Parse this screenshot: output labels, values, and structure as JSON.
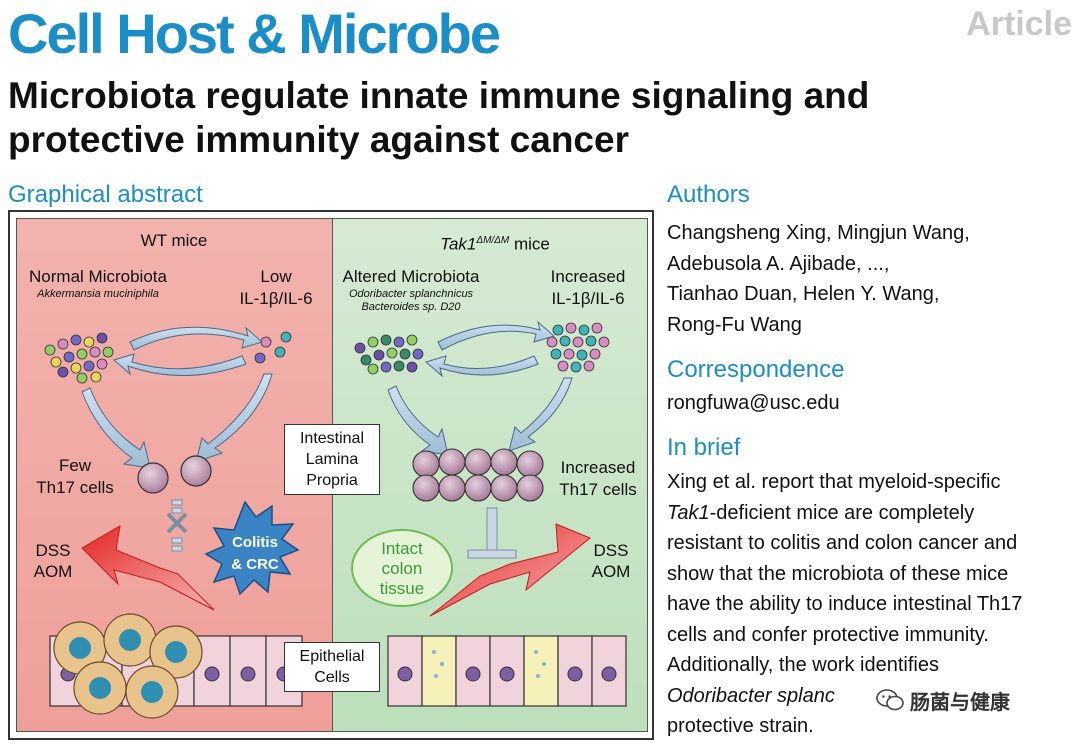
{
  "journal": "Cell Host & Microbe",
  "article_type": "Article",
  "title_line1": "Microbiota regulate innate immune signaling and",
  "title_line2": "protective immunity against cancer",
  "graphical_abstract": {
    "heading": "Graphical abstract",
    "left": {
      "title": "WT mice",
      "microbiota": "Normal Microbiota",
      "species": "Akkermansia muciniphila",
      "cytokine_level": "Low",
      "cytokines": "IL-1β/IL-6",
      "th17_1": "Few",
      "th17_2": "Th17 cells",
      "dss": "DSS",
      "aom": "AOM",
      "outcome_1": "Colitis",
      "outcome_2": "& CRC"
    },
    "right": {
      "title_main": "Tak1",
      "title_sup": "ΔM/ΔM",
      "title_rest": " mice",
      "microbiota": "Altered Microbiota",
      "species_1": "Odoribacter splanchnicus",
      "species_2": "Bacteroides sp. D20",
      "cytokine_level": "Increased",
      "cytokines": "IL-1β/IL-6",
      "th17_1": "Increased",
      "th17_2": "Th17 cells",
      "dss": "DSS",
      "aom": "AOM",
      "outcome_1": "Intact",
      "outcome_2": "colon",
      "outcome_3": "tissue"
    },
    "center_box_1": [
      "Intestinal",
      "Lamina",
      "Propria"
    ],
    "center_box_2": [
      "Epithelial",
      "Cells"
    ]
  },
  "authors": {
    "heading": "Authors",
    "lines": [
      "Changsheng Xing, Mingjun Wang,",
      "Adebusola A. Ajibade, ...,",
      "Tianhao Duan, Helen Y. Wang,",
      "Rong-Fu Wang"
    ]
  },
  "correspondence": {
    "heading": "Correspondence",
    "email": "rongfuwa@usc.edu"
  },
  "in_brief": {
    "heading": "In brief",
    "line1": "Xing et al. report that myeloid-specific",
    "line2_italic": "Tak1",
    "line2_rest": "-deficient mice are completely",
    "line3": "resistant to colitis and colon cancer and",
    "line4": "show that the microbiota of these mice",
    "line5": "have the ability to induce intestinal Th17",
    "line6": "cells and confer protective immunity.",
    "line7": "Additionally, the work identifies",
    "line8_italic": "Odoribacter splanc",
    "line9": "protective strain."
  },
  "watermark": "肠菌与健康",
  "colors": {
    "journal_blue": "#1b8ec8",
    "left_panel": "#ef9f99",
    "right_panel": "#bddfbb"
  }
}
